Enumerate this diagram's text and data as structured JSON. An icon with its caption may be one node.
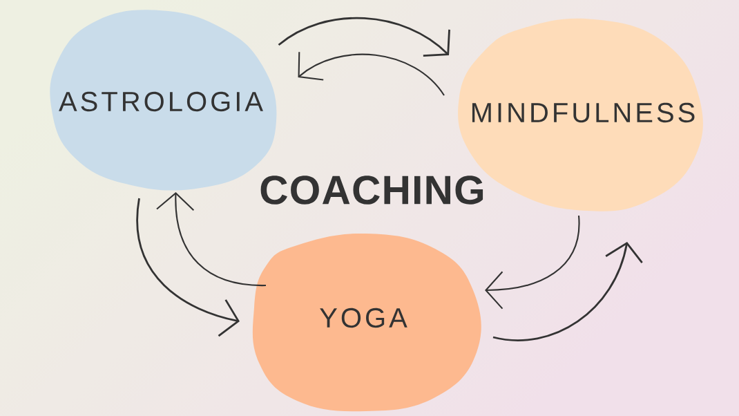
{
  "diagram": {
    "title": "COACHING",
    "nodes": [
      {
        "text": [
          "ASTROLOGIA"
        ]
      },
      {
        "text": [
          "MINDFULNESS"
        ]
      },
      {
        "text": [
          "YOGA"
        ]
      }
    ],
    "edges": [
      {
        "from": 0,
        "to": 1,
        "arrow": "to"
      },
      {
        "from": 1,
        "to": 0,
        "arrow": "to"
      },
      {
        "from": 0,
        "to": 2,
        "arrow": "to"
      },
      {
        "from": 2,
        "to": 0,
        "arrow": "to"
      },
      {
        "from": 1,
        "to": 2,
        "arrow": "to"
      },
      {
        "from": 2,
        "to": 1,
        "arrow": "to"
      }
    ]
  }
}
